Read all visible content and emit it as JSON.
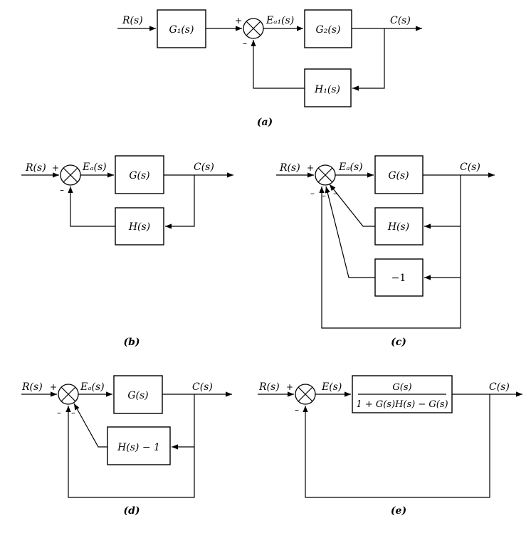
{
  "a": {
    "input": "R(s)",
    "g1": "G₁(s)",
    "error": "Eₐ₁(s)",
    "g2": "G₂(s)",
    "output": "C(s)",
    "h1": "H₁(s)",
    "plus": "+",
    "minus": "–",
    "caption": "(a)"
  },
  "b": {
    "input": "R(s)",
    "error": "Eₐ(s)",
    "g": "G(s)",
    "output": "C(s)",
    "h": "H(s)",
    "plus": "+",
    "minus": "–",
    "caption": "(b)"
  },
  "c": {
    "input": "R(s)",
    "error": "Eₐ(s)",
    "g": "G(s)",
    "output": "C(s)",
    "h": "H(s)",
    "neg_one": "−1",
    "plus": "+",
    "minus1": "–",
    "minus2": "–",
    "minus3": "–",
    "caption": "(c)"
  },
  "d": {
    "input": "R(s)",
    "error": "Eₐ(s)",
    "g": "G(s)",
    "output": "C(s)",
    "h_minus_one": "H(s) − 1",
    "plus": "+",
    "minus1": "–",
    "minus2": "–",
    "caption": "(d)"
  },
  "e": {
    "input": "R(s)",
    "error": "E(s)",
    "numerator": "G(s)",
    "denominator": "1 + G(s)H(s) − G(s)",
    "output": "C(s)",
    "plus": "+",
    "minus": "–",
    "caption": "(e)"
  }
}
